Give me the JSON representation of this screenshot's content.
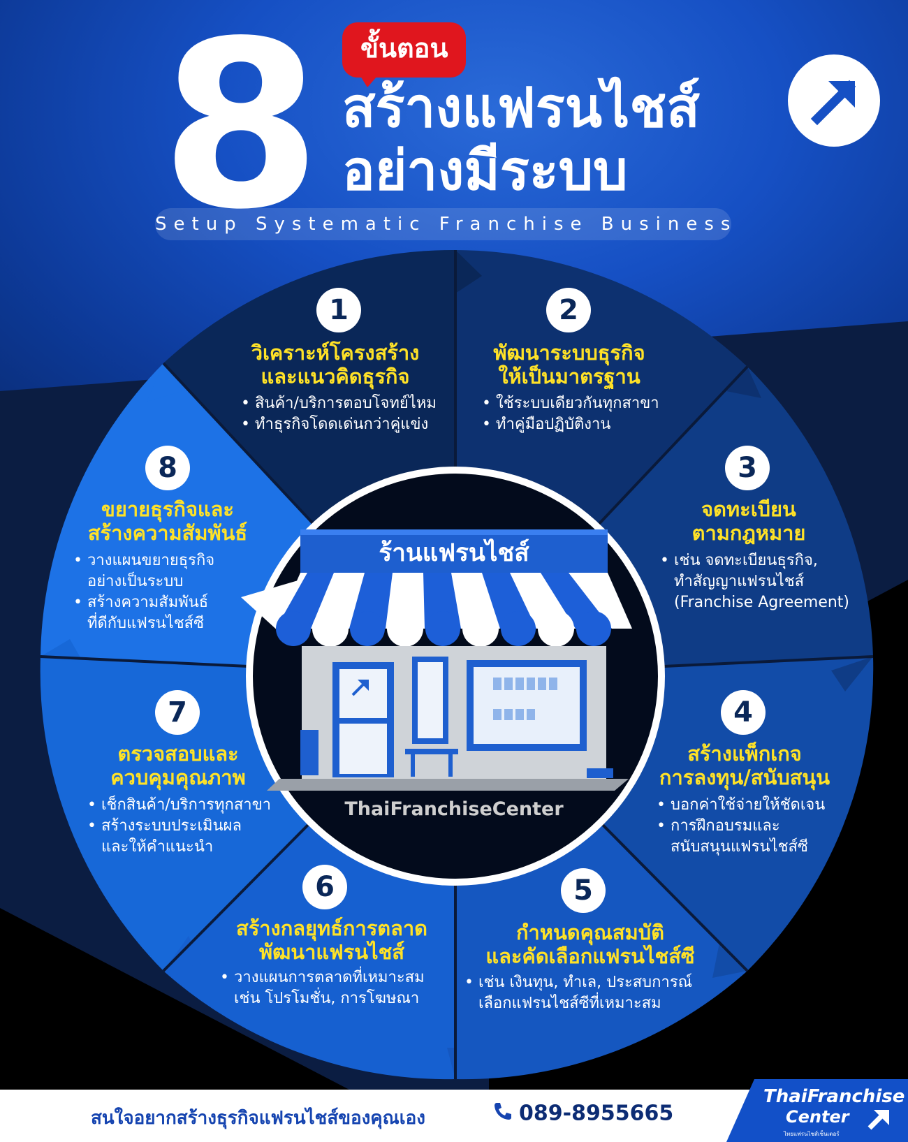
{
  "header": {
    "big_number": "8",
    "badge": "ขั้นตอน",
    "title_line1": "สร้างแฟรนไชส์",
    "title_line2": "อย่างมีระบบ",
    "subtitle": "Setup Systematic Franchise Business"
  },
  "center": {
    "shop_sign": "ร้านแฟรนไชส์",
    "watermark": "ThaiFranchiseCenter"
  },
  "steps": [
    {
      "number": "1",
      "title": [
        "วิเคราะห์โครงสร้าง",
        "และแนวคิดธุรกิจ"
      ],
      "bullets": [
        "สินค้า/บริการตอบโจทย์ไหม",
        "ทำธุรกิจโดดเด่นกว่าคู่แข่ง"
      ]
    },
    {
      "number": "2",
      "title": [
        "พัฒนาระบบธุรกิจ",
        "ให้เป็นมาตรฐาน"
      ],
      "bullets": [
        "ใช้ระบบเดียวกันทุกสาขา",
        "ทำคู่มือปฏิบัติงาน"
      ]
    },
    {
      "number": "3",
      "title": [
        "จดทะเบียน",
        "ตามกฎหมาย"
      ],
      "bullets": [
        "เช่น จดทะเบียนธุรกิจ,",
        "ทำสัญญาแฟรนไชส์",
        "(Franchise Agreement)"
      ]
    },
    {
      "number": "4",
      "title": [
        "สร้างแพ็กเกจ",
        "การลงทุน/สนับสนุน"
      ],
      "bullets": [
        "บอกค่าใช้จ่ายให้ชัดเจน",
        "การฝึกอบรมและ",
        "สนับสนุนแฟรนไชส์ซี"
      ]
    },
    {
      "number": "5",
      "title": [
        "กำหนดคุณสมบัติ",
        "และคัดเลือกแฟรนไชส์ซี"
      ],
      "bullets": [
        "เช่น เงินทุน, ทำเล, ประสบการณ์",
        "เลือกแฟรนไชส์ซีที่เหมาะสม"
      ]
    },
    {
      "number": "6",
      "title": [
        "สร้างกลยุทธ์การตลาด",
        "พัฒนาแฟรนไชส์"
      ],
      "bullets": [
        "วางแผนการตลาดที่เหมาะสม",
        "เช่น โปรโมชั่น, การโฆษณา"
      ]
    },
    {
      "number": "7",
      "title": [
        "ตรวจสอบและ",
        "ควบคุมคุณภาพ"
      ],
      "bullets": [
        "เช็กสินค้า/บริการทุกสาขา",
        "สร้างระบบประเมินผล",
        "และให้คำแนะนำ"
      ]
    },
    {
      "number": "8",
      "title": [
        "ขยายธุรกิจและ",
        "สร้างความสัมพันธ์"
      ],
      "bullets": [
        "วางแผนขยายธุรกิจ",
        "อย่างเป็นระบบ",
        "สร้างความสัมพันธ์",
        "ที่ดีกับแฟรนไชส์ซี"
      ]
    }
  ],
  "footer": {
    "text": "สนใจอยากสร้างธุรกิจแฟรนไชส์ของคุณเอง",
    "phone": "089-8955665",
    "logo_line1": "ThaiFranchise",
    "logo_line2": "Center",
    "logo_line3": "ไทยแฟรนไชส์เซ็นเตอร์"
  },
  "colors": {
    "segment_dark": "#0a2758",
    "segment_mid": "#124ca8",
    "segment_bright": "#1d6fe0",
    "title_yellow": "#ffe227",
    "badge_red": "#e0161e",
    "brand_blue": "#1544b0"
  },
  "icons": [
    "arrow-up-right-icon",
    "phone-icon",
    "cycle-arrow-icon",
    "storefront-illustration"
  ]
}
